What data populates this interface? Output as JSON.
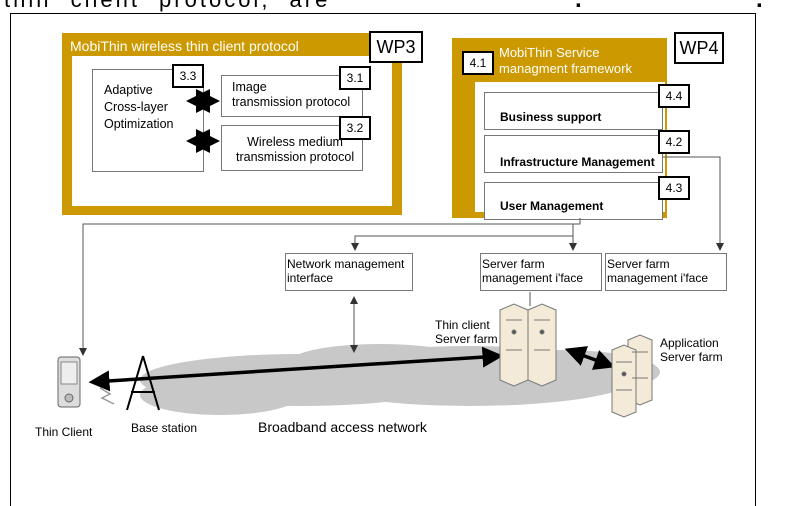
{
  "header_text": {
    "line": "thin client protocol, are"
  },
  "wp3": {
    "title": "MobiThin wireless thin client protocol",
    "label": "WP3",
    "adaptive": {
      "tag": "3.3",
      "lines": [
        "Adaptive",
        "Cross-layer",
        "Optimization"
      ]
    },
    "image_tx": {
      "tag": "3.1",
      "lines": [
        "Image",
        "transmission protocol"
      ]
    },
    "wireless_tx": {
      "tag": "3.2",
      "lines": [
        "Wireless medium",
        "transmission protocol"
      ]
    }
  },
  "wp4": {
    "title_lines": [
      "MobiThin Service",
      "managment framework"
    ],
    "label": "WP4",
    "tag": "4.1",
    "business": {
      "tag": "4.4",
      "label": "Business support"
    },
    "infra": {
      "tag": "4.2",
      "label": "Infrastructure Management"
    },
    "user": {
      "tag": "4.3",
      "label": "User Management"
    }
  },
  "interfaces": {
    "network": [
      "Network management",
      "interface"
    ],
    "server1": [
      "Server farm",
      "management  i'face"
    ],
    "server2": [
      "Server farm",
      "management  i'face"
    ]
  },
  "network_labels": {
    "thin_client_farm": [
      "Thin client",
      "Server farm"
    ],
    "app_farm": [
      "Application",
      "Server farm"
    ],
    "thin_client": "Thin Client",
    "base_station": "Base station",
    "broadband": "Broadband access network"
  },
  "colors": {
    "wp_panel": "#cc9900",
    "cloud": "#c8c8c8"
  }
}
